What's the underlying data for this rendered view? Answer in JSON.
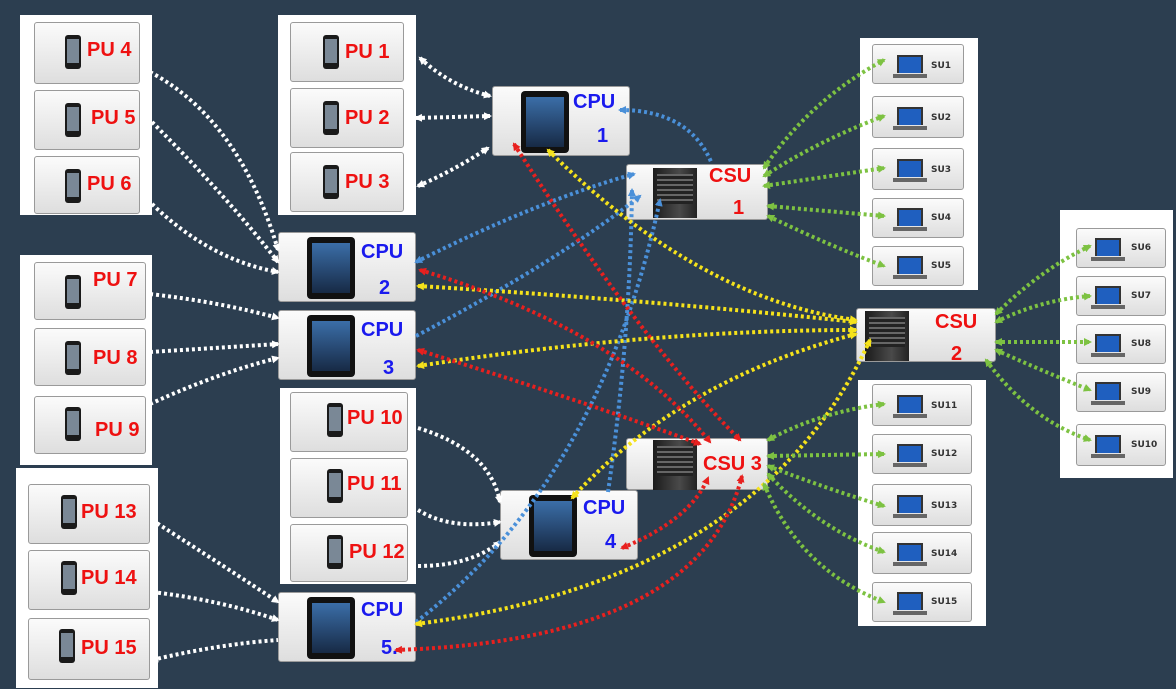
{
  "colors": {
    "background": "#2c3e50",
    "pu_link": "#ffffff",
    "cpu_csu_link": "#4a90d9",
    "cpu_csu2_link": "#f5e21b",
    "cpu_csu3_link": "#e8201e",
    "csu_su_link": "#7dc242",
    "pu_label": "#ee1111",
    "cpu_label": "#1a1aee",
    "csu_label": "#ee1111"
  },
  "icons": {
    "pu": "smartphone-icon",
    "cpu": "tablet-icon",
    "csu": "server-icon",
    "su": "laptop-icon"
  },
  "pu_units": [
    "PU 1",
    "PU 2",
    "PU 3",
    "PU 4",
    "PU 5",
    "PU 6",
    "PU 7",
    "PU 8",
    "PU 9",
    "PU 10",
    "PU 11",
    "PU 12",
    "PU 13",
    "PU 14",
    "PU 15"
  ],
  "cpu_units": [
    {
      "line1": "CPU",
      "line2": "1"
    },
    {
      "line1": "CPU",
      "line2": "2"
    },
    {
      "line1": "CPU",
      "line2": "3"
    },
    {
      "line1": "CPU",
      "line2": "4"
    },
    {
      "line1": "CPU",
      "line2": "5."
    }
  ],
  "csu_units": [
    {
      "line1": "CSU",
      "line2": "1"
    },
    {
      "line1": "CSU",
      "line2": "2"
    },
    {
      "line1": "CSU 3",
      "line2": ""
    }
  ],
  "su_units": [
    "SU1",
    "SU2",
    "SU3",
    "SU4",
    "SU5",
    "SU6",
    "SU7",
    "SU8",
    "SU9",
    "SU10",
    "SU11",
    "SU12",
    "SU13",
    "SU14",
    "SU15"
  ]
}
